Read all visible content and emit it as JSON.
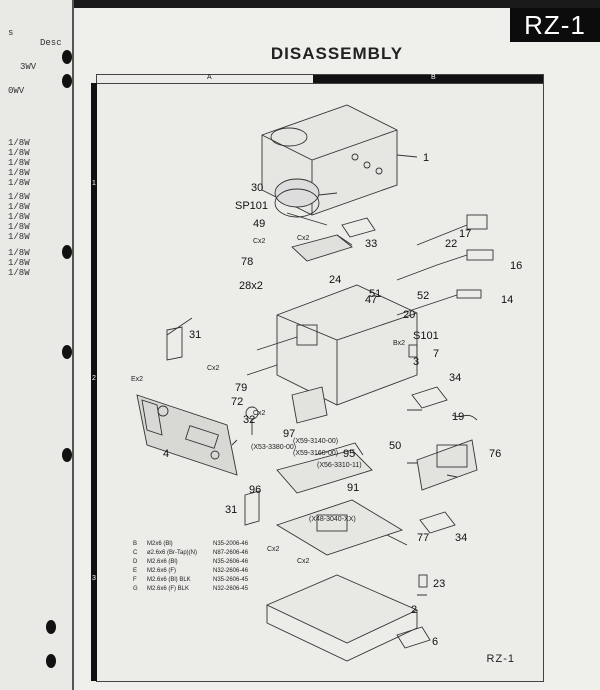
{
  "header": {
    "tag": "RZ-1",
    "title": "DISASSEMBLY"
  },
  "frame": {
    "col_a": "A",
    "col_b": "B",
    "rows": [
      "1",
      "2",
      "3"
    ],
    "footer": "RZ-1"
  },
  "left_page": {
    "header": "Desc",
    "lines": [
      "s",
      "3WV",
      "0WV",
      "1/8W",
      "1/8W",
      "1/8W",
      "1/8W",
      "1/8W",
      "1/8W",
      "1/8W",
      "1/8W",
      "1/8W",
      "1/8W",
      "1/8W",
      "1/8W",
      "1/8W"
    ]
  },
  "labels": {
    "part_1": "1",
    "part_2": "2",
    "part_3": "3",
    "part_4": "4",
    "part_6": "6",
    "part_7": "7",
    "part_14": "14",
    "part_16": "16",
    "part_17": "17",
    "part_19": "19",
    "part_20": "20",
    "part_22": "22",
    "part_23": "23",
    "part_24": "24",
    "part_28": "28x2",
    "part_30": "30",
    "part_31a": "31",
    "part_31b": "31",
    "part_32": "32",
    "part_33": "33",
    "part_34a": "34",
    "part_34b": "34",
    "part_47": "47",
    "part_49": "49",
    "part_50": "50",
    "part_51": "51",
    "part_52": "52",
    "part_72": "72",
    "part_76": "76",
    "part_77": "77",
    "part_78": "78",
    "part_79": "79",
    "part_91": "91",
    "part_95": "95",
    "part_96": "96",
    "part_97": "97",
    "sp101": "SP101",
    "s101": "S101",
    "cx2_a": "Cx2",
    "cx2_b": "Cx2",
    "cx2_c": "Cx2",
    "cx2_d": "Cx2",
    "cx2_e": "Cx2",
    "cx2_f": "Cx2",
    "bx2": "Bx2",
    "exx": "Ex2",
    "pcb_a": "(X53-3380-00)",
    "pcb_b": "(X59-3140-00)",
    "pcb_c": "(X59-3160-00)",
    "pcb_d": "(X56-3310-11)",
    "pcb_e": "(X48-3040-XX)"
  },
  "screw_table": [
    {
      "code": "B",
      "desc": "M2x6 (Bl)",
      "part": "N35-2006-46"
    },
    {
      "code": "C",
      "desc": "ø2.6x6 (Br-Tap)(N)",
      "part": "N87-2606-46"
    },
    {
      "code": "D",
      "desc": "M2.6x6 (Bl)",
      "part": "N35-2606-46"
    },
    {
      "code": "E",
      "desc": "M2.6x6 (F)",
      "part": "N32-2606-46"
    },
    {
      "code": "F",
      "desc": "M2.6x6 (Bl) BLK",
      "part": "N35-2606-45"
    },
    {
      "code": "G",
      "desc": "M2.6x6 (F) BLK",
      "part": "N32-2606-45"
    }
  ]
}
